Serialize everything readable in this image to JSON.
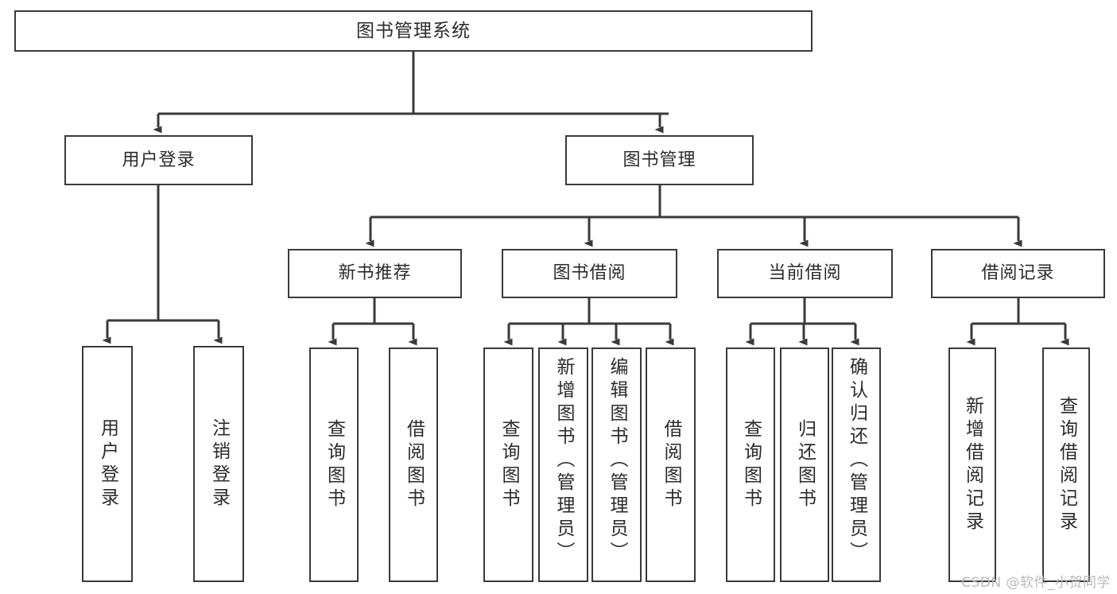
{
  "diagram": {
    "title": "图书管理系统",
    "type": "tree",
    "background": "#ffffff",
    "line_color": "#3a3a3a",
    "text_color": "#2b2b2b"
  },
  "nodes": {
    "root": {
      "label": "图书管理系统"
    },
    "level2": [
      {
        "label": "用户登录"
      },
      {
        "label": "图书管理"
      }
    ],
    "level3": [
      {
        "label": "新书推荐"
      },
      {
        "label": "图书借阅"
      },
      {
        "label": "当前借阅"
      },
      {
        "label": "借阅记录"
      }
    ],
    "leaves_user_login": [
      {
        "label": "用户登录"
      },
      {
        "label": "注销登录"
      }
    ],
    "leaves_new_book": [
      {
        "label": "查询图书"
      },
      {
        "label": "借阅图书"
      }
    ],
    "leaves_borrow": [
      {
        "label": "查询图书"
      },
      {
        "label": "新增图书（管理员）"
      },
      {
        "label": "编辑图书（管理员）"
      },
      {
        "label": "借阅图书"
      }
    ],
    "leaves_current": [
      {
        "label": "查询图书"
      },
      {
        "label": "归还图书"
      },
      {
        "label": "确认归还（管理员）"
      }
    ],
    "leaves_records": [
      {
        "label": "新增借阅记录"
      },
      {
        "label": "查询借阅记录"
      }
    ]
  },
  "watermark": {
    "text": "CSDN @软件_小贺同学"
  }
}
